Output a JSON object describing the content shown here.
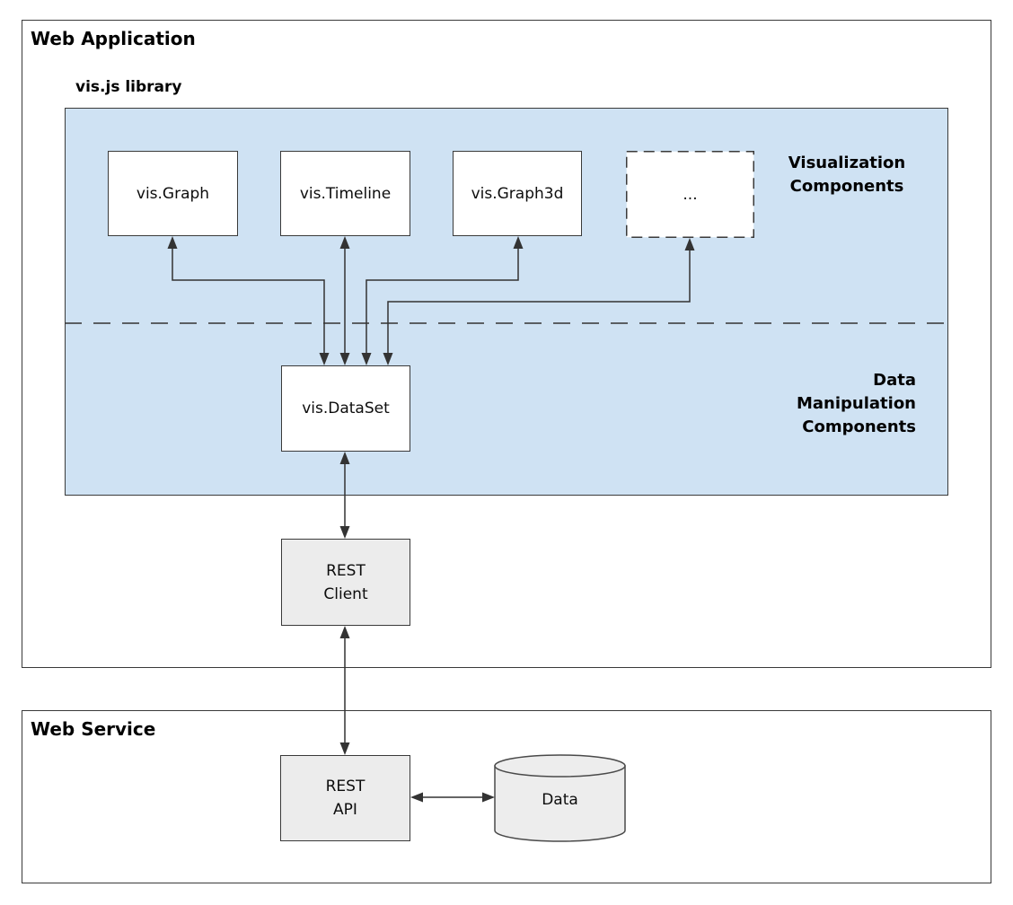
{
  "colors": {
    "library_fill": "#cfe2f3",
    "box_border": "#3a3a3a",
    "component_fill": "#ffffff",
    "service_fill": "#ececec",
    "arrow": "#333333",
    "text": "#000000",
    "background": "#ffffff"
  },
  "web_application": {
    "title": "Web Application",
    "library": {
      "title": "vis.js library",
      "components": [
        {
          "label": "vis.Graph"
        },
        {
          "label": "vis.Timeline"
        },
        {
          "label": "vis.Graph3d"
        },
        {
          "label": "..."
        }
      ],
      "visualization_label": "Visualization\nComponents",
      "data_manipulation_label": "Data\nManipulation\nComponents",
      "dataset": {
        "label": "vis.DataSet"
      }
    },
    "rest_client": {
      "label": "REST\nClient"
    }
  },
  "web_service": {
    "title": "Web Service",
    "rest_api": {
      "label": "REST\nAPI"
    },
    "database": {
      "label": "Data"
    }
  }
}
